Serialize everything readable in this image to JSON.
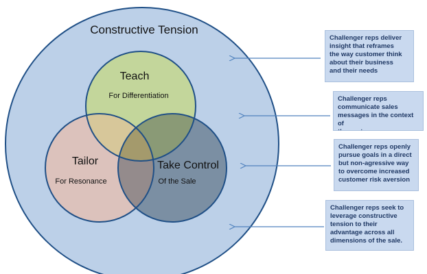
{
  "outer": {
    "title": "Constructive Tension"
  },
  "circles": {
    "teach": {
      "title": "Teach",
      "subtitle": "For Differentiation"
    },
    "tailor": {
      "title": "Tailor",
      "subtitle": "For Resonance"
    },
    "take_control": {
      "title": "Take Control",
      "subtitle": "Of the Sale"
    }
  },
  "callouts": [
    {
      "text": "Challenger reps deliver\ninsight that reframes\nthe way customer think\nabout their business\nand their needs"
    },
    {
      "text": "Challenger reps\ncommunicate sales\nmessages in the context of\nthe customer"
    },
    {
      "text": "Challenger reps openly\npursue goals in a direct\nbut non-agressive way\nto overcome increased\ncustomer risk aversion"
    },
    {
      "text": "Challenger reps seek to\nleverage constructive\ntension to their\nadvantage across all\ndimensions of the sale."
    }
  ],
  "colors": {
    "outer_fill": "#bcd0e8",
    "outer_stroke": "#1f4f86",
    "teach_fill": "#c3d69b",
    "tailor_fill": "#dcc2bc",
    "take_control_fill": "#7b8fa3",
    "arrow": "#4f81bd"
  }
}
